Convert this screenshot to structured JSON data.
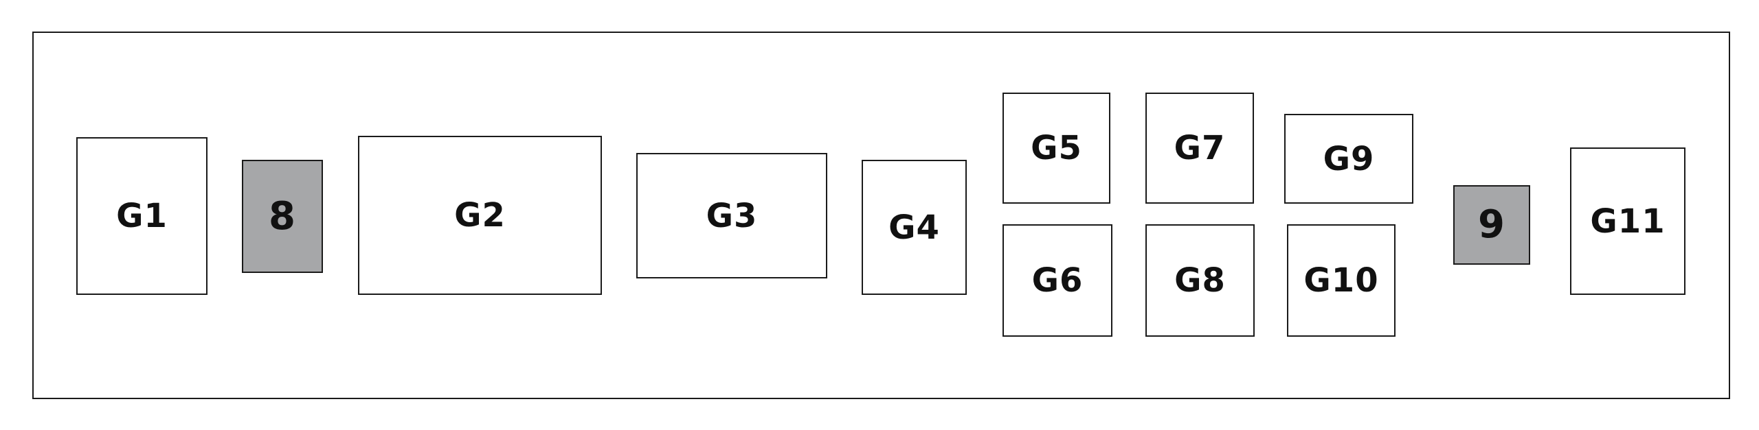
{
  "diagram": {
    "colors": {
      "border": "#1a1a1a",
      "plain_fill": "#ffffff",
      "shaded_fill": "#a6a7a9",
      "text": "#111111"
    },
    "boxes": [
      {
        "id": "g1",
        "label": "G1",
        "shaded": false
      },
      {
        "id": "num-8",
        "label": "8",
        "shaded": true
      },
      {
        "id": "g2",
        "label": "G2",
        "shaded": false
      },
      {
        "id": "g3",
        "label": "G3",
        "shaded": false
      },
      {
        "id": "g4",
        "label": "G4",
        "shaded": false
      },
      {
        "id": "g5",
        "label": "G5",
        "shaded": false
      },
      {
        "id": "g6",
        "label": "G6",
        "shaded": false
      },
      {
        "id": "g7",
        "label": "G7",
        "shaded": false
      },
      {
        "id": "g8",
        "label": "G8",
        "shaded": false
      },
      {
        "id": "g9",
        "label": "G9",
        "shaded": false
      },
      {
        "id": "g10",
        "label": "G10",
        "shaded": false
      },
      {
        "id": "num-9",
        "label": "9",
        "shaded": true
      },
      {
        "id": "g11",
        "label": "G11",
        "shaded": false
      }
    ]
  }
}
